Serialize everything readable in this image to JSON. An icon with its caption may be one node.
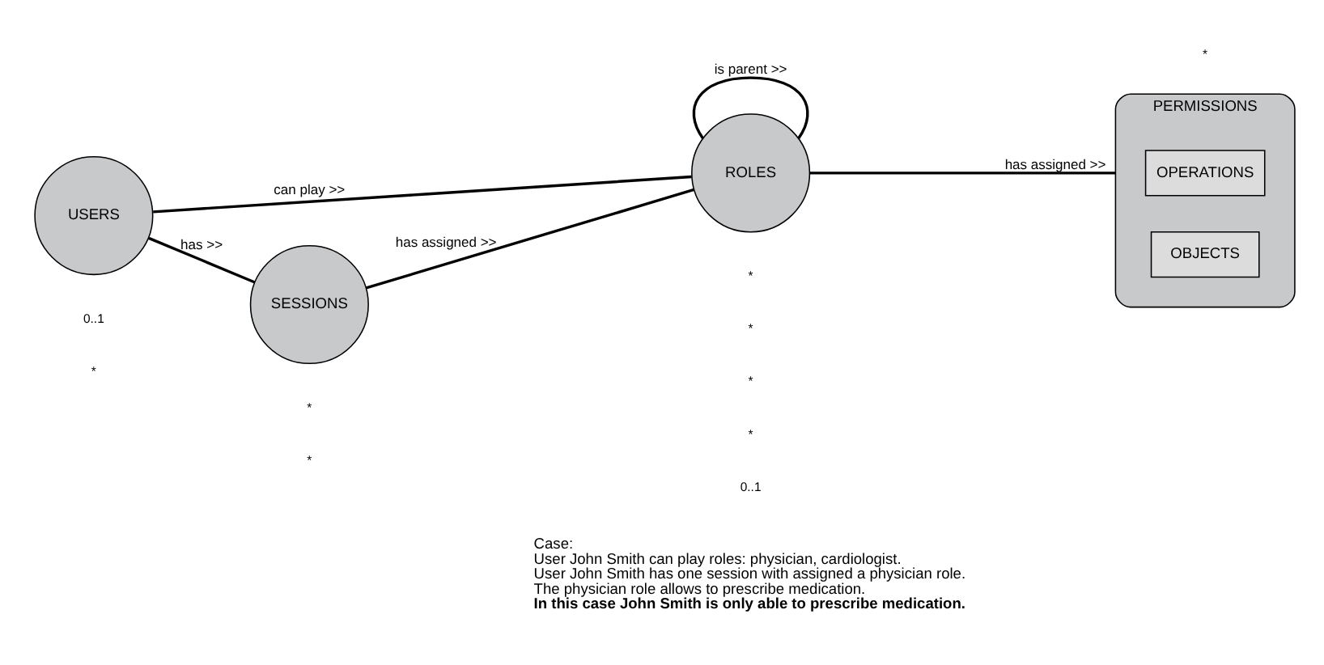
{
  "diagram": {
    "nodes": [
      {
        "text": [
          "USERS"
        ]
      },
      {
        "text": [
          "ROLES"
        ]
      },
      {
        "text": [
          "PERMISSIONS"
        ]
      },
      {
        "text": [
          "OPERATIONS"
        ],
        "in": 2
      },
      {
        "text": [
          "OBJECTS"
        ],
        "in": 2
      },
      {
        "text": [
          "SESSIONS"
        ]
      }
    ],
    "edges": [
      {
        "from": 1,
        "to": 1,
        "arrow": "none",
        "label": "is parent >>"
      },
      {
        "from": 0,
        "to": 1,
        "arrow": "none",
        "label": "can play >>"
      },
      {
        "from": 1,
        "to": 2,
        "arrow": "none",
        "label": "has assigned >>"
      },
      {
        "from": 0,
        "to": 5,
        "arrow": "none",
        "label": "has >>"
      },
      {
        "from": 5,
        "to": 1,
        "arrow": "none",
        "label": "has assigned >>"
      }
    ],
    "labels": [
      "0..1",
      "*",
      "*",
      "*",
      "*",
      "*",
      "0..1",
      "*",
      "*",
      "*",
      "Case:",
      "User John Smith can play roles: physician, cardiologist.",
      "User John Smith has one session with assigned a physician role.",
      "The physician role allows to prescribe medication.",
      "In this case John Smith is only able to prescribe medication."
    ]
  }
}
